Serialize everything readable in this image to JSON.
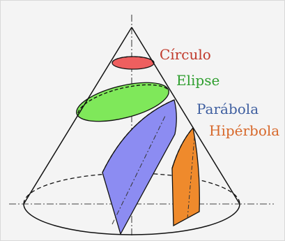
{
  "labels": {
    "circle": "Círculo",
    "ellipse": "Elipse",
    "parabola": "Parábola",
    "hyperbola": "Hipérbola"
  },
  "colors": {
    "circle": "#ee5f5f",
    "ellipse": "#7fe85a",
    "parabola": "#8c8cf2",
    "hyperbola": "#ef8a2c",
    "outline": "#111111"
  }
}
